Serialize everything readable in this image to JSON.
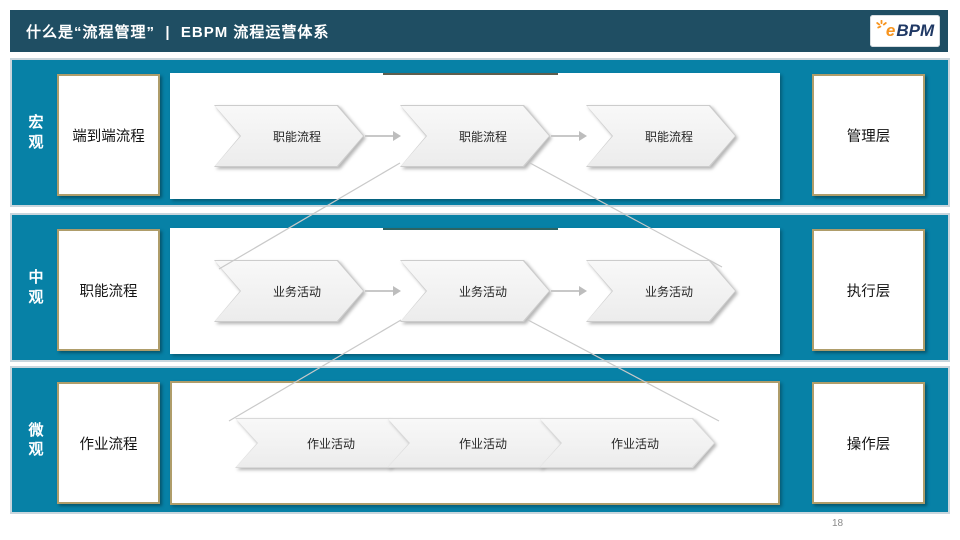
{
  "header": {
    "title": "什么是“流程管理”  |  EBPM 流程运营体系",
    "logo": {
      "prefix": "e",
      "name": "BPM"
    }
  },
  "footer": {
    "page_number": "18"
  },
  "colors": {
    "header_bg": "#1F4E63",
    "band_teal": "#0781A6",
    "band_outline": "#C9D6DD",
    "gold_border": "#AF9D6A",
    "chevron_fill": "#F2F2F2",
    "connector_gray": "#C8C8C8",
    "logo_orange": "#F7941E",
    "logo_navy": "#1F3864"
  },
  "bands": [
    {
      "scope": "宏观",
      "level": "端到端流程",
      "audience": "管理层",
      "chevrons": [
        "职能流程",
        "职能流程",
        "职能流程"
      ]
    },
    {
      "scope": "中观",
      "level": "职能流程",
      "audience": "执行层",
      "chevrons": [
        "业务活动",
        "业务活动",
        "业务活动"
      ]
    },
    {
      "scope": "微观",
      "level": "作业流程",
      "audience": "操作层",
      "chevrons": [
        "作业活动",
        "作业活动",
        "作业活动"
      ]
    }
  ]
}
